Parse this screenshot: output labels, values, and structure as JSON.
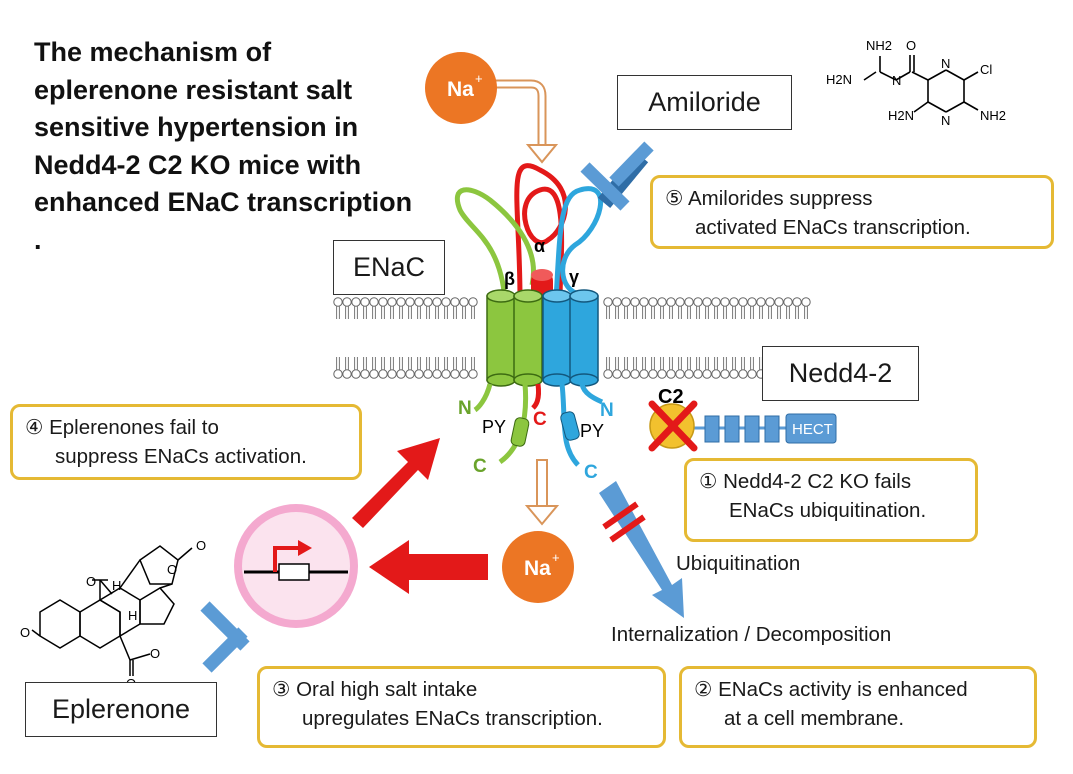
{
  "title": "The mechanism of eplerenone resistant salt sensitive hypertension in Nedd4-2 C2 KO mice with enhanced ENaC transcription .",
  "labels": {
    "amiloride": "Amiloride",
    "enac": "ENaC",
    "nedd4": "Nedd4-2",
    "eplerenone": "Eplerenone",
    "na_top": "Na",
    "na_bottom": "Na",
    "plus": "+",
    "alpha": "α",
    "beta": "β",
    "gamma": "γ",
    "n": "N",
    "c": "C",
    "py": "PY",
    "c2": "C2",
    "hect": "HECT",
    "ubiquitination": "Ubiquitination",
    "internalization": "Internalization / Decomposition"
  },
  "amiloride_structure": {
    "nh2_top": "NH2",
    "o": "O",
    "h2n_left": "H2N",
    "n_imine": "N",
    "n_ring_top": "N",
    "cl": "Cl",
    "n_ring_bottom": "N",
    "h2n_bottom": "H2N",
    "nh2_bottom": "NH2"
  },
  "eplerenone_structure": {
    "o_lactone": "O",
    "o_ring": "O",
    "o_epoxide": "O",
    "h1": "H",
    "h2": "H",
    "o_ketone": "O",
    "o_ester_carbonyl": "O",
    "o_ester": "O"
  },
  "notes": {
    "n1": {
      "num": "①",
      "line1": "Nedd4-2 C2 KO fails",
      "line2": "ENaCs ubiquitination."
    },
    "n2": {
      "num": "②",
      "line1": "ENaCs activity is enhanced",
      "line2": "at a cell membrane."
    },
    "n3": {
      "num": "③",
      "line1": "Oral high salt intake",
      "line2": "upregulates ENaCs transcription."
    },
    "n4": {
      "num": "④",
      "line1": "Eplerenones fail to",
      "line2": "suppress ENaCs activation."
    },
    "n5": {
      "num": "⑤",
      "line1": "Amilorides suppress",
      "line2": "activated ENaCs transcription."
    }
  },
  "colors": {
    "orange": "#ec7624",
    "red": "#e31919",
    "blue": "#2ea6dd",
    "green": "#8cc63f",
    "steel_blue": "#5b9bd5",
    "gold_border": "#e5b934",
    "pink": "#f4a9cf"
  }
}
